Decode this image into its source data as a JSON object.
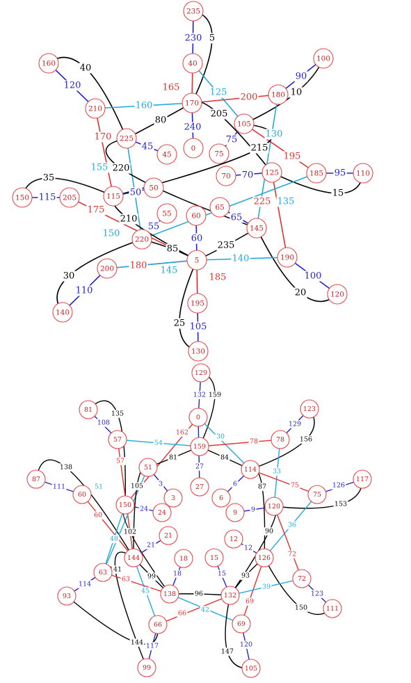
{
  "colors": {
    "black": "#000000",
    "red": "#e03030",
    "blue": "#2222cc",
    "cyan": "#22aadd",
    "node_stroke": "#e8484b",
    "node_text": "#c81e1e"
  },
  "diagrams": [
    {
      "nodes": [
        "235",
        "40",
        "160",
        "210",
        "170",
        "180",
        "100",
        "105",
        "225",
        "45",
        "0",
        "75",
        "125",
        "185",
        "110",
        "70",
        "150",
        "205",
        "115",
        "50",
        "55",
        "60",
        "65",
        "145",
        "220",
        "5",
        "190",
        "200",
        "195",
        "140",
        "120",
        "130"
      ],
      "edges": [
        {
          "a": "235",
          "b": "40",
          "label": "230",
          "color": "blue"
        },
        {
          "a": "235",
          "b": "170",
          "label": "5",
          "color": "black"
        },
        {
          "a": "40",
          "b": "170",
          "label": "165",
          "color": "red"
        },
        {
          "a": "40",
          "b": "105",
          "label": "125",
          "color": "cyan"
        },
        {
          "a": "160",
          "b": "210",
          "label": "120",
          "color": "blue"
        },
        {
          "a": "160",
          "b": "225",
          "label": "40",
          "color": "black"
        },
        {
          "a": "210",
          "b": "170",
          "label": "160",
          "color": "cyan"
        },
        {
          "a": "210",
          "b": "115",
          "label": "170",
          "color": "red"
        },
        {
          "a": "170",
          "b": "180",
          "label": "200",
          "color": "red"
        },
        {
          "a": "170",
          "b": "0",
          "label": "240",
          "color": "blue"
        },
        {
          "a": "170",
          "b": "125",
          "label": "205",
          "color": "black"
        },
        {
          "a": "225",
          "b": "170",
          "label": "80",
          "color": "black"
        },
        {
          "a": "225",
          "b": "45",
          "label": "45",
          "color": "blue"
        },
        {
          "a": "225",
          "b": "220",
          "label": "155",
          "color": "cyan"
        },
        {
          "a": "225",
          "b": "145",
          "label": "220",
          "color": "black"
        },
        {
          "a": "100",
          "b": "180",
          "label": "90",
          "color": "blue"
        },
        {
          "a": "100",
          "b": "105",
          "label": "10",
          "color": "black"
        },
        {
          "a": "180",
          "b": "145",
          "label": "130",
          "color": "cyan"
        },
        {
          "a": "105",
          "b": "75",
          "label": "75",
          "color": "blue"
        },
        {
          "a": "105",
          "b": "185",
          "label": "195",
          "color": "red"
        },
        {
          "a": "105",
          "b": "115",
          "label": "215",
          "color": "black"
        },
        {
          "a": "125",
          "b": "70",
          "label": "70",
          "color": "blue"
        },
        {
          "a": "125",
          "b": "110",
          "label": "15",
          "color": "black"
        },
        {
          "a": "125",
          "b": "190",
          "label": "225",
          "color": "red"
        },
        {
          "a": "185",
          "b": "110",
          "label": "95",
          "color": "blue"
        },
        {
          "a": "185",
          "b": "220",
          "label": "135",
          "color": "cyan"
        },
        {
          "a": "150",
          "b": "205",
          "label": "115",
          "color": "blue"
        },
        {
          "a": "150",
          "b": "115",
          "label": "35",
          "color": "black"
        },
        {
          "a": "205",
          "b": "5",
          "label": "175",
          "color": "red"
        },
        {
          "a": "115",
          "b": "50",
          "label": "50",
          "color": "blue"
        },
        {
          "a": "115",
          "b": "5",
          "label": "210",
          "color": "black"
        },
        {
          "a": "220",
          "b": "55",
          "label": "55",
          "color": "blue"
        },
        {
          "a": "220",
          "b": "5",
          "label": "85",
          "color": "black"
        },
        {
          "a": "220",
          "b": "140",
          "label": "30",
          "color": "black"
        },
        {
          "a": "60",
          "b": "5",
          "label": "60",
          "color": "blue"
        },
        {
          "a": "65",
          "b": "145",
          "label": "65",
          "color": "blue"
        },
        {
          "a": "145",
          "b": "5",
          "label": "235",
          "color": "black"
        },
        {
          "a": "145",
          "b": "120",
          "label": "20",
          "color": "black"
        },
        {
          "a": "190",
          "b": "5",
          "label": "140",
          "color": "cyan"
        },
        {
          "a": "190",
          "b": "120",
          "label": "100",
          "color": "blue"
        },
        {
          "a": "200",
          "b": "140",
          "label": "110",
          "color": "blue"
        },
        {
          "a": "200",
          "b": "5",
          "label": "180",
          "color": "red"
        },
        {
          "a": "200",
          "b": "5",
          "label": "150",
          "color": "cyan"
        },
        {
          "a": "195",
          "b": "5",
          "label": "145",
          "color": "cyan"
        },
        {
          "a": "195",
          "b": "5",
          "label": "185",
          "color": "red"
        },
        {
          "a": "195",
          "b": "130",
          "label": "105",
          "color": "blue"
        },
        {
          "a": "130",
          "b": "5",
          "label": "25",
          "color": "black"
        }
      ]
    },
    {
      "nodes": [
        "129",
        "0",
        "81",
        "57",
        "159",
        "78",
        "123",
        "87",
        "51",
        "114",
        "117",
        "60",
        "150",
        "3",
        "24",
        "6",
        "75",
        "120",
        "9",
        "21",
        "144",
        "12",
        "18",
        "15",
        "126",
        "63",
        "138",
        "132",
        "72",
        "93",
        "66",
        "69",
        "111",
        "99",
        "105",
        "27"
      ],
      "edges": [
        {
          "a": "129",
          "b": "0",
          "label": "132",
          "color": "blue"
        },
        {
          "a": "129",
          "b": "159",
          "label": "159",
          "color": "black"
        },
        {
          "a": "0",
          "b": "150",
          "label": "162",
          "color": "red"
        },
        {
          "a": "0",
          "b": "114",
          "label": "30",
          "color": "cyan"
        },
        {
          "a": "0",
          "b": "27",
          "label": "27",
          "color": "blue"
        },
        {
          "a": "81",
          "b": "57",
          "label": "108",
          "color": "blue"
        },
        {
          "a": "81",
          "b": "150",
          "label": "135",
          "color": "black"
        },
        {
          "a": "57",
          "b": "159",
          "label": "54",
          "color": "cyan"
        },
        {
          "a": "57",
          "b": "144",
          "label": "57",
          "color": "red"
        },
        {
          "a": "159",
          "b": "78",
          "label": "78",
          "color": "red"
        },
        {
          "a": "159",
          "b": "51",
          "label": "81",
          "color": "black"
        },
        {
          "a": "159",
          "b": "114",
          "label": "84",
          "color": "black"
        },
        {
          "a": "123",
          "b": "78",
          "label": "129",
          "color": "blue"
        },
        {
          "a": "123",
          "b": "114",
          "label": "156",
          "color": "black"
        },
        {
          "a": "78",
          "b": "120",
          "label": "33",
          "color": "cyan"
        },
        {
          "a": "87",
          "b": "60",
          "label": "111",
          "color": "blue"
        },
        {
          "a": "87",
          "b": "144",
          "label": "138",
          "color": "black"
        },
        {
          "a": "51",
          "b": "3",
          "label": "3",
          "color": "blue"
        },
        {
          "a": "51",
          "b": "63",
          "label": "51",
          "color": "cyan"
        },
        {
          "a": "51",
          "b": "144",
          "label": "105",
          "color": "black"
        },
        {
          "a": "114",
          "b": "6",
          "label": "6",
          "color": "blue"
        },
        {
          "a": "114",
          "b": "75",
          "label": "75",
          "color": "red"
        },
        {
          "a": "114",
          "b": "126",
          "label": "87",
          "color": "black"
        },
        {
          "a": "117",
          "b": "75",
          "label": "126",
          "color": "blue"
        },
        {
          "a": "117",
          "b": "120",
          "label": "153",
          "color": "black"
        },
        {
          "a": "60",
          "b": "144",
          "label": "60",
          "color": "red"
        },
        {
          "a": "150",
          "b": "24",
          "label": "24",
          "color": "blue"
        },
        {
          "a": "150",
          "b": "63",
          "label": "48",
          "color": "cyan"
        },
        {
          "a": "150",
          "b": "138",
          "label": "102",
          "color": "black"
        },
        {
          "a": "75",
          "b": "126",
          "label": "36",
          "color": "cyan"
        },
        {
          "a": "120",
          "b": "9",
          "label": "9",
          "color": "blue"
        },
        {
          "a": "120",
          "b": "72",
          "label": "72",
          "color": "red"
        },
        {
          "a": "120",
          "b": "132",
          "label": "90",
          "color": "black"
        },
        {
          "a": "21",
          "b": "144",
          "label": "21",
          "color": "blue"
        },
        {
          "a": "144",
          "b": "66",
          "label": "45",
          "color": "cyan"
        },
        {
          "a": "144",
          "b": "138",
          "label": "99",
          "color": "black"
        },
        {
          "a": "144",
          "b": "99",
          "label": "141",
          "color": "black"
        },
        {
          "a": "12",
          "b": "126",
          "label": "12",
          "color": "blue"
        },
        {
          "a": "18",
          "b": "138",
          "label": "18",
          "color": "blue"
        },
        {
          "a": "15",
          "b": "132",
          "label": "15",
          "color": "blue"
        },
        {
          "a": "126",
          "b": "69",
          "label": "69",
          "color": "red"
        },
        {
          "a": "126",
          "b": "132",
          "label": "93",
          "color": "black"
        },
        {
          "a": "126",
          "b": "111",
          "label": "150",
          "color": "black"
        },
        {
          "a": "63",
          "b": "93",
          "label": "114",
          "color": "blue"
        },
        {
          "a": "63",
          "b": "138",
          "label": "63",
          "color": "red"
        },
        {
          "a": "138",
          "b": "132",
          "label": "96",
          "color": "black"
        },
        {
          "a": "138",
          "b": "69",
          "label": "42",
          "color": "cyan"
        },
        {
          "a": "132",
          "b": "72",
          "label": "39",
          "color": "cyan"
        },
        {
          "a": "132",
          "b": "66",
          "label": "66",
          "color": "red"
        },
        {
          "a": "132",
          "b": "105",
          "label": "147",
          "color": "black"
        },
        {
          "a": "72",
          "b": "111",
          "label": "123",
          "color": "blue"
        },
        {
          "a": "66",
          "b": "99",
          "label": "117",
          "color": "blue"
        },
        {
          "a": "66",
          "b": "93",
          "label": "144",
          "color": "black"
        },
        {
          "a": "69",
          "b": "105",
          "label": "120",
          "color": "blue"
        }
      ]
    }
  ]
}
